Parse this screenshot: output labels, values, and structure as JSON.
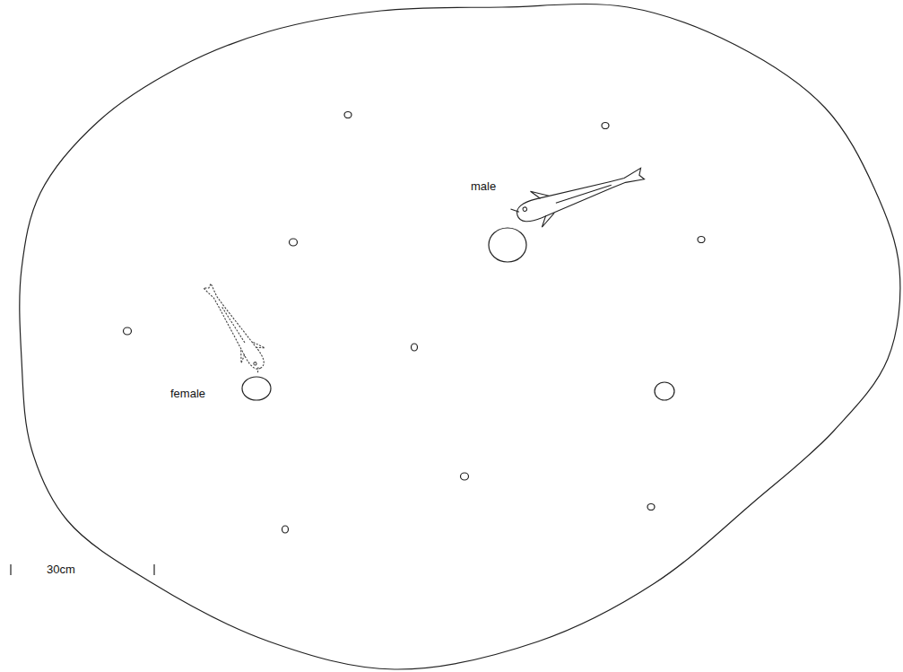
{
  "diagram": {
    "labels": [
      "male",
      "female",
      "30cm"
    ]
  }
}
